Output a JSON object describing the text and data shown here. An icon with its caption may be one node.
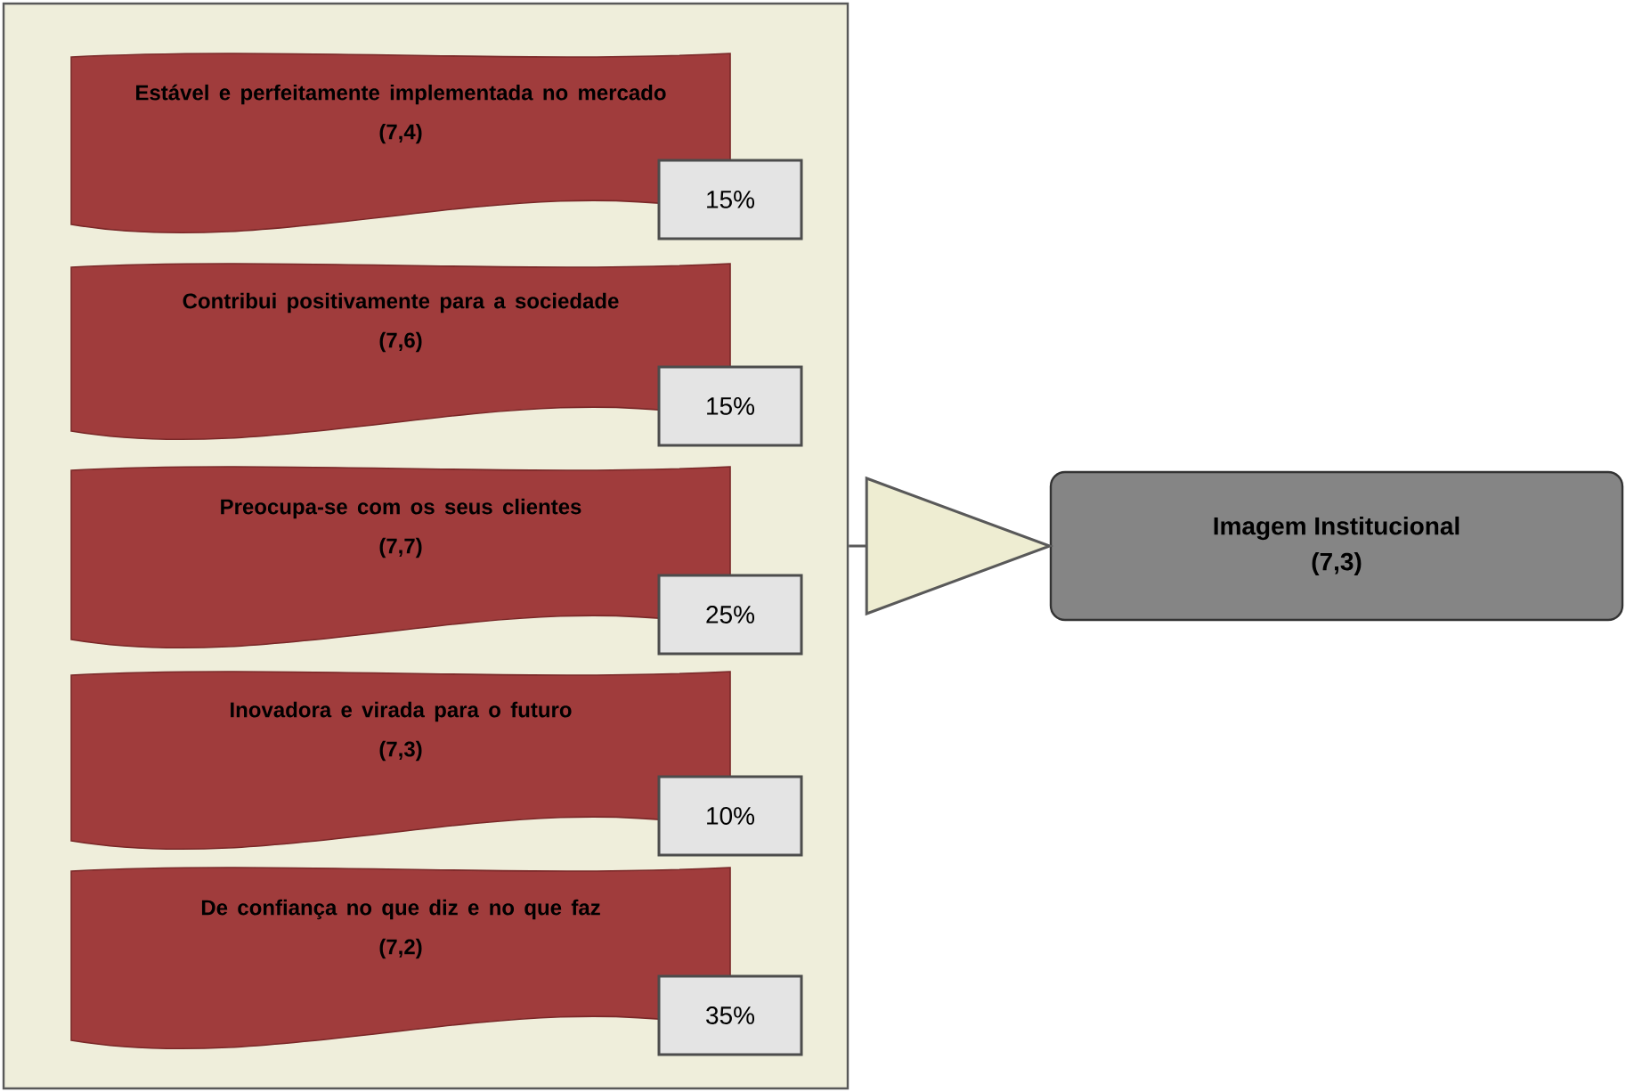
{
  "diagram": {
    "nodes": [
      {
        "text": [],
        "shape": "box"
      },
      {
        "text": [
          "Estável e perfeitamente implementada no mercado",
          "(7,4)"
        ],
        "in": 0
      },
      {
        "text": [
          "15%"
        ],
        "in": 0
      },
      {
        "text": [
          "Contribui positivamente para a sociedade",
          "(7,6)"
        ],
        "in": 0
      },
      {
        "text": [
          "15%"
        ],
        "in": 0
      },
      {
        "text": [
          "Preocupa-se com os seus clientes",
          "(7,7)"
        ],
        "in": 0
      },
      {
        "text": [
          "25%"
        ],
        "in": 0
      },
      {
        "text": [
          "Inovadora e virada para o futuro",
          "(7,3)"
        ],
        "in": 0
      },
      {
        "text": [
          "10%"
        ],
        "in": 0
      },
      {
        "text": [
          "De confiança no que diz e no que faz",
          "(7,2)"
        ],
        "in": 0
      },
      {
        "text": [
          "35%"
        ],
        "in": 0
      },
      {
        "text": [
          "Imagem Institucional",
          "(7,3)"
        ]
      }
    ],
    "edges": [
      {
        "from": 0,
        "to": 11,
        "arrow": "to"
      }
    ]
  }
}
